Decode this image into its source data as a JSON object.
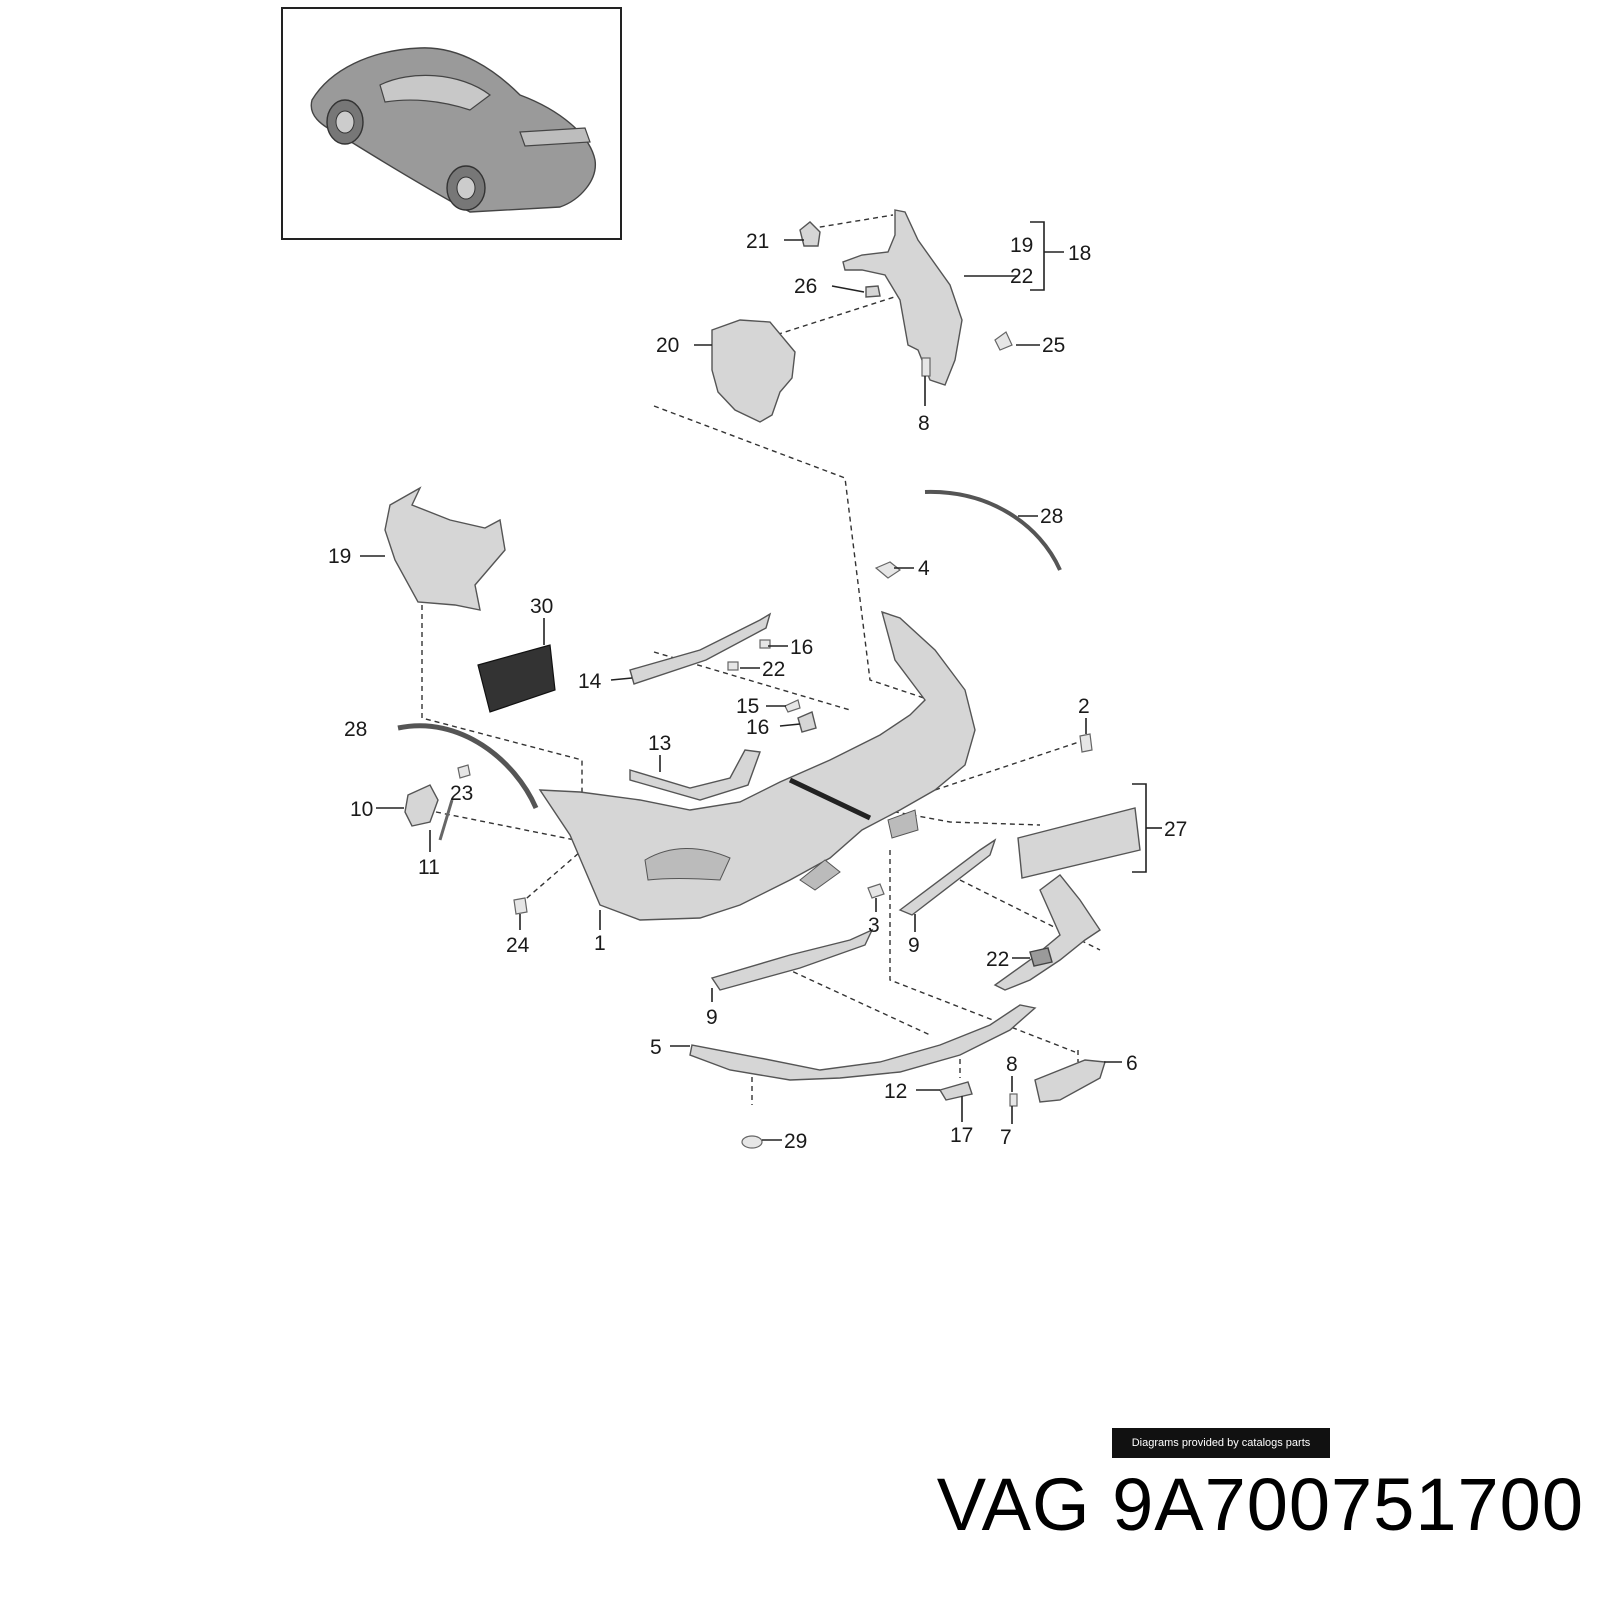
{
  "diagram": {
    "callouts": {
      "c1": "1",
      "c2": "2",
      "c3": "3",
      "c4": "4",
      "c5": "5",
      "c6": "6",
      "c7": "7",
      "c8a": "8",
      "c8b": "8",
      "c9a": "9",
      "c9b": "9",
      "c10": "10",
      "c11": "11",
      "c12": "12",
      "c13": "13",
      "c14": "14",
      "c15": "15",
      "c16a": "16",
      "c16b": "16",
      "c17": "17",
      "c18": "18",
      "c19a": "19",
      "c19b": "19",
      "c20": "20",
      "c21": "21",
      "c22a": "22",
      "c22b": "22",
      "c22c": "22",
      "c23": "23",
      "c24": "24",
      "c25": "25",
      "c26": "26",
      "c27": "27",
      "c28a": "28",
      "c28b": "28",
      "c29": "29",
      "c30": "30"
    }
  },
  "footer": {
    "credit": "Diagrams provided by catalogs parts",
    "part_number": "VAG 9A700751700"
  }
}
